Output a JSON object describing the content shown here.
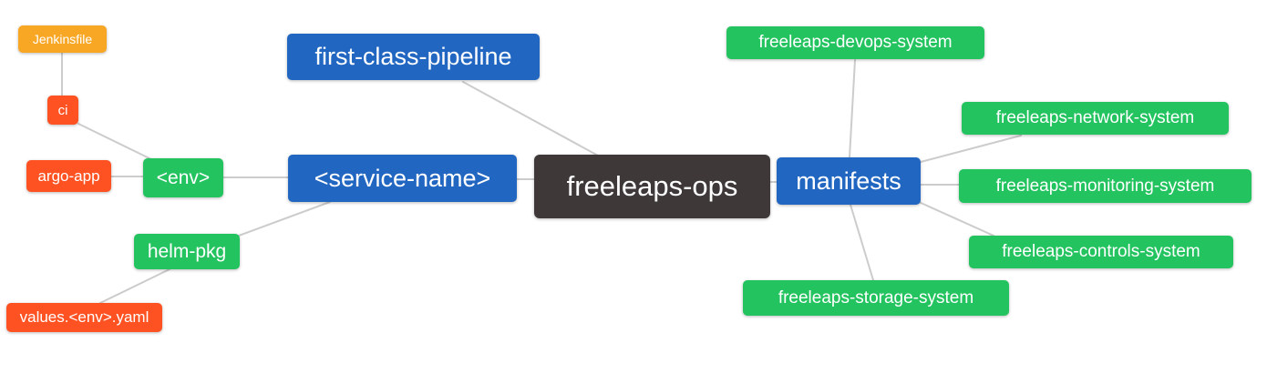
{
  "diagram": {
    "type": "mindmap",
    "root": "freeleaps-ops",
    "colors": {
      "root_node": "#3E3838",
      "branch_node": "#2166C1",
      "leaf_green": "#23C35F",
      "leaf_orange": "#F8A725",
      "leaf_red": "#FF5222",
      "edge": "#CCCCCC",
      "background": "#FFFFFF",
      "node_text": "#FFFFFF"
    },
    "nodes": {
      "freeleaps_ops": {
        "label": "freeleaps-ops",
        "color": "#3E3838"
      },
      "first_class_pipeline": {
        "label": "first-class-pipeline",
        "color": "#2166C1"
      },
      "service_name": {
        "label": "<service-name>",
        "color": "#2166C1"
      },
      "manifests": {
        "label": "manifests",
        "color": "#2166C1"
      },
      "env": {
        "label": "<env>",
        "color": "#23C35F"
      },
      "helm_pkg": {
        "label": "helm-pkg",
        "color": "#23C35F"
      },
      "jenkinsfile": {
        "label": "Jenkinsfile",
        "color": "#F8A725"
      },
      "ci": {
        "label": "ci",
        "color": "#FF5222"
      },
      "argo_app": {
        "label": "argo-app",
        "color": "#FF5222"
      },
      "values_env_yaml": {
        "label": "values.<env>.yaml",
        "color": "#FF5222"
      },
      "freeleaps_devops_system": {
        "label": "freeleaps-devops-system",
        "color": "#23C35F"
      },
      "freeleaps_network_system": {
        "label": "freeleaps-network-system",
        "color": "#23C35F"
      },
      "freeleaps_monitoring_system": {
        "label": "freeleaps-monitoring-system",
        "color": "#23C35F"
      },
      "freeleaps_controls_system": {
        "label": "freeleaps-controls-system",
        "color": "#23C35F"
      },
      "freeleaps_storage_system": {
        "label": "freeleaps-storage-system",
        "color": "#23C35F"
      }
    },
    "edges": [
      {
        "from": "jenkinsfile",
        "to": "ci"
      },
      {
        "from": "ci",
        "to": "env"
      },
      {
        "from": "argo_app",
        "to": "env"
      },
      {
        "from": "env",
        "to": "service_name"
      },
      {
        "from": "values_env_yaml",
        "to": "helm_pkg"
      },
      {
        "from": "helm_pkg",
        "to": "service_name"
      },
      {
        "from": "service_name",
        "to": "freeleaps_ops"
      },
      {
        "from": "first_class_pipeline",
        "to": "freeleaps_ops"
      },
      {
        "from": "freeleaps_ops",
        "to": "manifests"
      },
      {
        "from": "manifests",
        "to": "freeleaps_devops_system"
      },
      {
        "from": "manifests",
        "to": "freeleaps_network_system"
      },
      {
        "from": "manifests",
        "to": "freeleaps_monitoring_system"
      },
      {
        "from": "manifests",
        "to": "freeleaps_controls_system"
      },
      {
        "from": "manifests",
        "to": "freeleaps_storage_system"
      }
    ]
  }
}
